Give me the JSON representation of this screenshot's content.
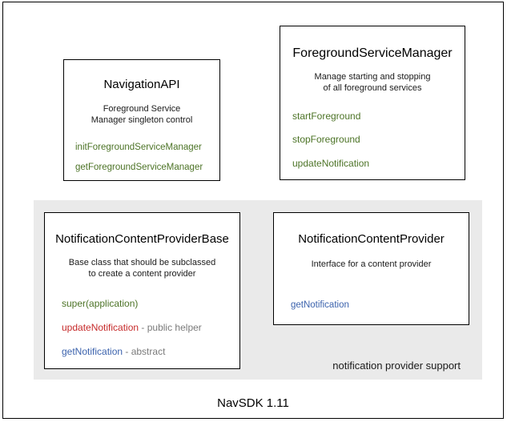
{
  "diagram": {
    "footer_title": "NavSDK 1.11",
    "group": {
      "label": "notification provider support"
    },
    "colors": {
      "green": "#4c7326",
      "blue": "#3c63ad",
      "red": "#c62a2a",
      "note_gray": "#7a7a7a",
      "panel_bg": "#eaeaea",
      "box_bg": "#ffffff",
      "border": "#000000"
    },
    "boxes": [
      {
        "id": "navigation-api",
        "title": "NavigationAPI",
        "description_lines": [
          "Foreground Service",
          "Manager singleton control"
        ],
        "members": [
          {
            "name": "initForegroundServiceManager",
            "color": "green",
            "note": ""
          },
          {
            "name": "getForegroundServiceManager",
            "color": "green",
            "note": ""
          }
        ]
      },
      {
        "id": "foreground-service-manager",
        "title": "ForegroundServiceManager",
        "description_lines": [
          "Manage starting and stopping",
          "of all foreground services"
        ],
        "members": [
          {
            "name": "startForeground",
            "color": "green",
            "note": ""
          },
          {
            "name": "stopForeground",
            "color": "green",
            "note": ""
          },
          {
            "name": "updateNotification",
            "color": "green",
            "note": ""
          }
        ]
      },
      {
        "id": "notification-content-provider-base",
        "title": "NotificationContentProviderBase",
        "description_lines": [
          "Base class that should be subclassed",
          "to create a content provider"
        ],
        "members": [
          {
            "name": "super(application)",
            "color": "green",
            "note": ""
          },
          {
            "name": "updateNotification",
            "color": "red",
            "note": " - public helper"
          },
          {
            "name": "getNotification",
            "color": "blue",
            "note": " - abstract"
          }
        ]
      },
      {
        "id": "notification-content-provider",
        "title": "NotificationContentProvider",
        "description_lines": [
          "Interface for a content provider"
        ],
        "members": [
          {
            "name": "getNotification",
            "color": "blue",
            "note": ""
          }
        ]
      }
    ]
  }
}
